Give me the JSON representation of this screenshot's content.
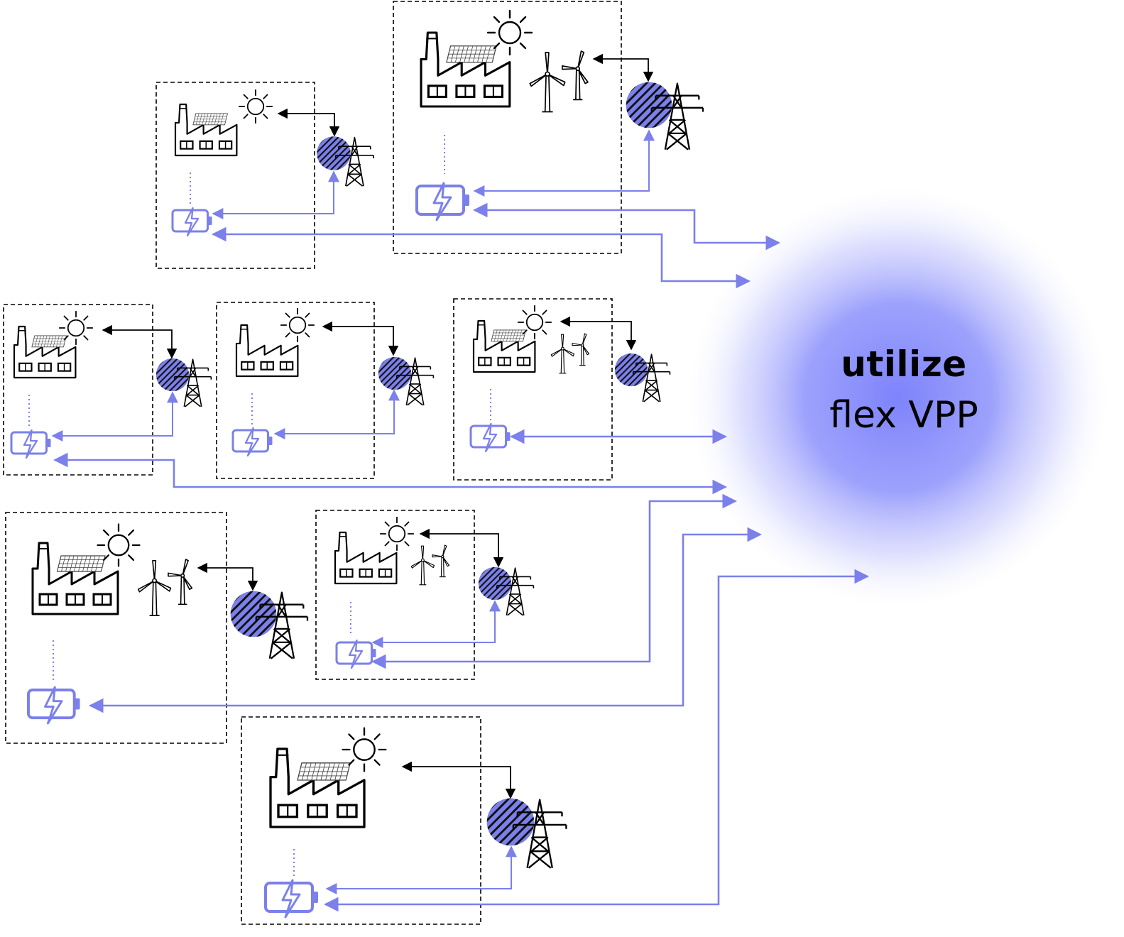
{
  "vpp": {
    "title": "utilize",
    "subtitle": "flex VPP"
  },
  "colors": {
    "accent": "#7b80ea",
    "accent_light": "#8f94f0",
    "vpp_glow": "#7d83fb",
    "ink": "#000000",
    "background": "#ffffff"
  },
  "icons": [
    "factory-icon",
    "solar-panel-icon",
    "sun-icon",
    "wind-turbine-icon",
    "grid-meter-icon",
    "transmission-tower-icon",
    "battery-icon"
  ],
  "sites": [
    {
      "id": "site-1",
      "has_solar": true,
      "has_wind": false
    },
    {
      "id": "site-2",
      "has_solar": true,
      "has_wind": true
    },
    {
      "id": "site-3",
      "has_solar": true,
      "has_wind": false
    },
    {
      "id": "site-4",
      "has_solar": false,
      "has_wind": false
    },
    {
      "id": "site-5",
      "has_solar": true,
      "has_wind": true
    },
    {
      "id": "site-6",
      "has_solar": true,
      "has_wind": true
    },
    {
      "id": "site-7",
      "has_solar": false,
      "has_wind": true
    },
    {
      "id": "site-8",
      "has_solar": true,
      "has_wind": false
    }
  ]
}
